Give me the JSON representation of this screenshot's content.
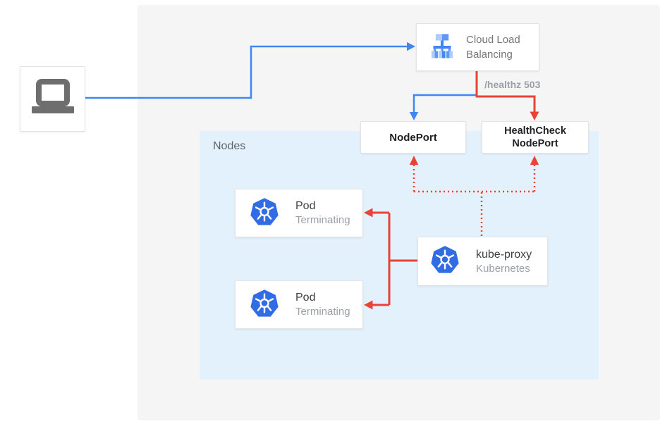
{
  "diagram": {
    "nodes_panel": {
      "label": "Nodes"
    },
    "cloud_lb": {
      "line1": "Cloud Load",
      "line2": "Balancing"
    },
    "healthz_label": "/healthz 503",
    "nodeport": {
      "label": "NodePort"
    },
    "healthcheck_nodeport": {
      "line1": "HealthCheck",
      "line2": "NodePort"
    },
    "pod_top": {
      "title": "Pod",
      "subtitle": "Terminating"
    },
    "pod_bottom": {
      "title": "Pod",
      "subtitle": "Terminating"
    },
    "kube_proxy": {
      "title": "kube-proxy",
      "subtitle": "Kubernetes"
    },
    "icons": {
      "client": "laptop-icon",
      "load_balancer": "cloud-load-balancing-icon",
      "pods_and_proxy": "kubernetes-icon"
    },
    "colors": {
      "traffic_blue": "#4285f4",
      "healthcheck_red": "#ea4335",
      "outer_panel_bg": "#f5f5f5",
      "nodes_panel_bg": "#e3f1fd",
      "kubernetes_blue": "#326ce5",
      "lb_icon_blue": "#5e97f6",
      "lb_icon_light_blue": "#aecbfa",
      "laptop_gray": "#6e6e6e"
    }
  }
}
